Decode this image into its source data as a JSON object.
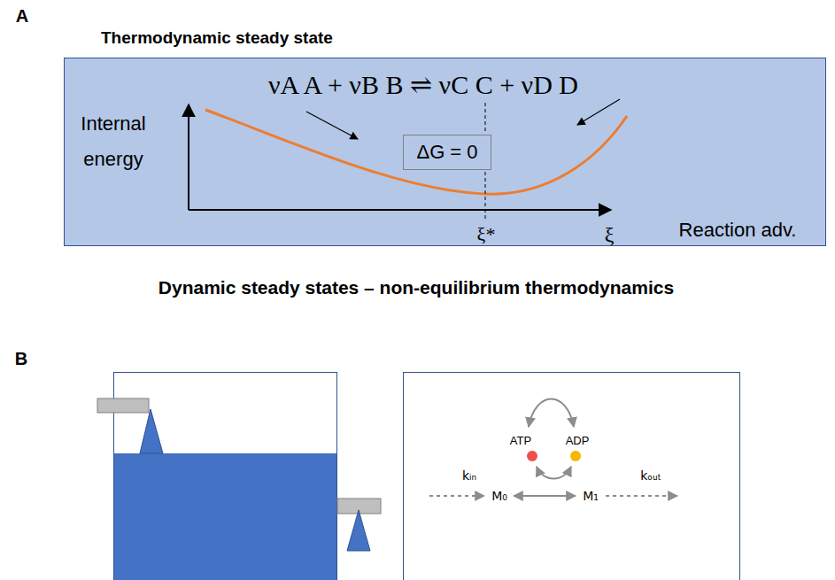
{
  "diagram": {
    "nodes": [
      {
        "text": [
          "Thermodynamic steady state"
        ]
      },
      {
        "text": [
          "ΔG = 0"
        ],
        "in": 0
      }
    ],
    "labels": [
      "A",
      "νA A + νB B ⇌ νC C + νD D",
      "Internal energy",
      "ξ*",
      "ξ",
      "Reaction adv.",
      "Dynamic steady states – non-equilibrium thermodynamics",
      "B",
      "ATP",
      "ADP",
      "kᵢₙ",
      "M₀",
      "M₁",
      "kₒᵤₜ"
    ]
  }
}
